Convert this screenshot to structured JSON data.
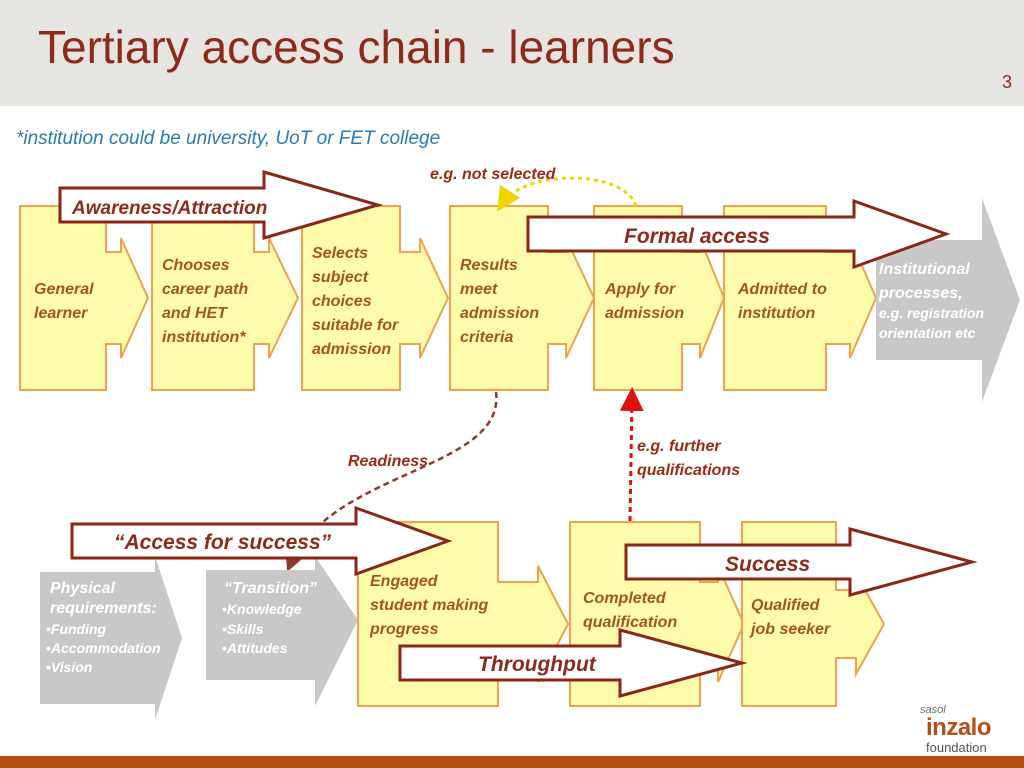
{
  "title": "Tertiary access chain - learners",
  "page_number": "3",
  "subtitle": "*institution could be university, UoT or FET college",
  "top_row": [
    {
      "lines": [
        "General",
        "learner"
      ]
    },
    {
      "lines": [
        "Chooses",
        "career path",
        "and HET",
        "institution*"
      ]
    },
    {
      "lines": [
        "Selects",
        "subject",
        "choices",
        "suitable for",
        "admission"
      ]
    },
    {
      "lines": [
        "Results",
        "meet",
        "admission",
        "criteria"
      ]
    },
    {
      "lines": [
        "Apply for",
        "admission"
      ]
    },
    {
      "lines": [
        "Admitted to",
        "institution"
      ]
    }
  ],
  "institutional": {
    "line1": "Institutional",
    "line2": "processes,",
    "line3": "e.g. registration",
    "line4": "orientation etc"
  },
  "bottom_row": [
    {
      "lines": [
        "Engaged",
        "student making",
        "progress"
      ]
    },
    {
      "lines": [
        "Completed",
        "qualification"
      ]
    },
    {
      "lines": [
        "Qualified",
        "job seeker"
      ]
    }
  ],
  "physical": {
    "heading1": "Physical",
    "heading2": "requirements:",
    "items": [
      "Funding",
      "Accommodation",
      "Vision"
    ]
  },
  "transition": {
    "heading": "“Transition”",
    "items": [
      "Knowledge",
      "Skills",
      "Attitudes"
    ]
  },
  "banners": {
    "awareness": "Awareness/Attraction",
    "formal_access": "Formal access",
    "access_for_success": "“Access for success”",
    "success": "Success",
    "throughput": "Throughput"
  },
  "notes": {
    "not_selected": "e.g. not selected",
    "readiness": "Readiness",
    "further_line1": "e.g. further",
    "further_line2": "qualifications"
  },
  "logo": {
    "brand": "sasol",
    "name": "inzalo",
    "sub": "foundation"
  },
  "colors": {
    "title": "#8e2a1a",
    "box_fill": "#fefbaa",
    "box_stroke": "#f0a14e",
    "banner_stroke": "#8b2516",
    "grey": "#c8c8c8",
    "footer": "#b64d12"
  }
}
